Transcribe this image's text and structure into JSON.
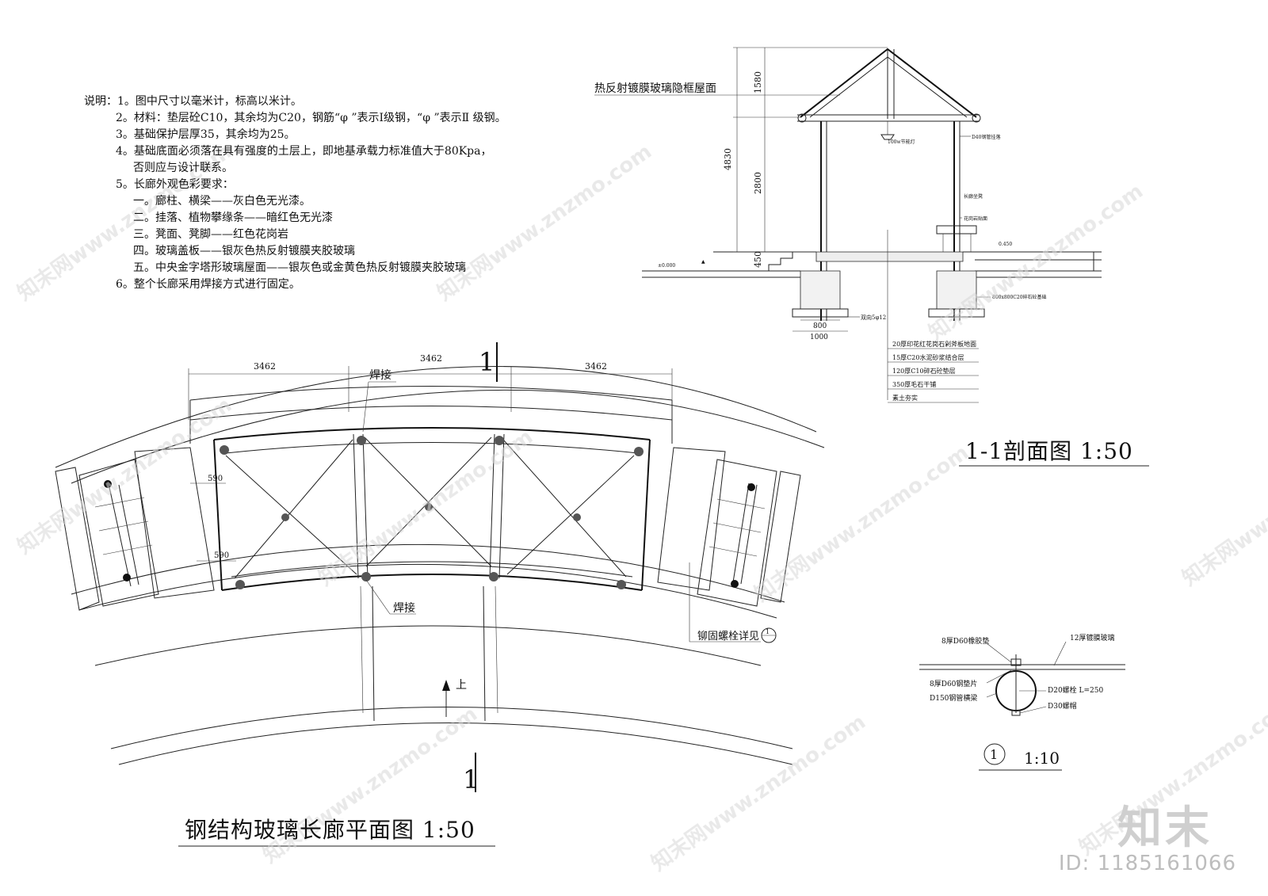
{
  "notes": [
    "说明：1。图中尺寸以毫米计，标高以米计。",
    "2。材料：垫层砼C10，其余均为C20，钢筋“φ ”表示Ⅰ级钢，“φ ”表示Ⅱ 级钢。",
    "3。基础保护层厚35，其余均为25。",
    "4。基础底面必须落在具有强度的土层上，即地基承载力标准值大于80Kpa，",
    "否则应与设计联系。",
    "5。长廊外观色彩要求：",
    "一。廊柱、横梁——灰白色无光漆。",
    "二。挂落、植物攀缘条——暗红色无光漆",
    "三。凳面、凳脚——红色花岗岩",
    "四。玻璃盖板——银灰色热反射镀膜夹胶玻璃",
    "五。中央金字塔形玻璃屋面——银灰色或金黄色热反射镀膜夹胶玻璃",
    "6。整个长廊采用焊接方式进行固定。"
  ],
  "plan": {
    "title": "钢结构玻璃长廊平面图  1:50",
    "dim_left": "3462",
    "dim_mid": "3462",
    "dim_right": "3462",
    "weld_top": "焊接",
    "weld_bottom": "焊接",
    "bolt_note": "铆固螺栓详见",
    "detail_ref": "1",
    "up_label": "上",
    "section_mark_top": "1",
    "section_mark_bottom": "1",
    "dim_590a": "590",
    "dim_590b": "590"
  },
  "section": {
    "title": "1-1剖面图  1:50",
    "roof_label": "热反射镀膜玻璃隐框屋面",
    "dim_1580": "1580",
    "dim_4830": "4830",
    "dim_2800": "2800",
    "dim_450": "450",
    "dim_800": "800",
    "dim_1000": "1000",
    "rebar": "双向5φ12",
    "light_label": "100w节能灯",
    "pipe_label": "D40钢管挂落",
    "bench_label": "长廊坐凳",
    "granite_label": "花岗岩贴面",
    "foundation_label": "800x800C20碎石砼基础",
    "level_right": "0.450",
    "level_left": "±0.000",
    "layers": [
      "20厚印花红花岗石剁斧板地面",
      "15厚C20水泥砂浆结合层",
      "120厚C10碎石砼垫层",
      "350厚毛石干铺",
      "素土夯实"
    ]
  },
  "detail": {
    "title_num": "1",
    "scale": "1:10",
    "rubber": "8厚D60橡胶垫",
    "glass": "12厚镀膜玻璃",
    "washer": "8厚D60钢垫片",
    "beam": "D150钢管横梁",
    "bolt": "D20螺栓 L=250",
    "cap": "D30螺帽"
  },
  "brand": {
    "name": "知末",
    "id": "ID: 1185161066",
    "watermark": "知末网www.znzmo.com"
  }
}
